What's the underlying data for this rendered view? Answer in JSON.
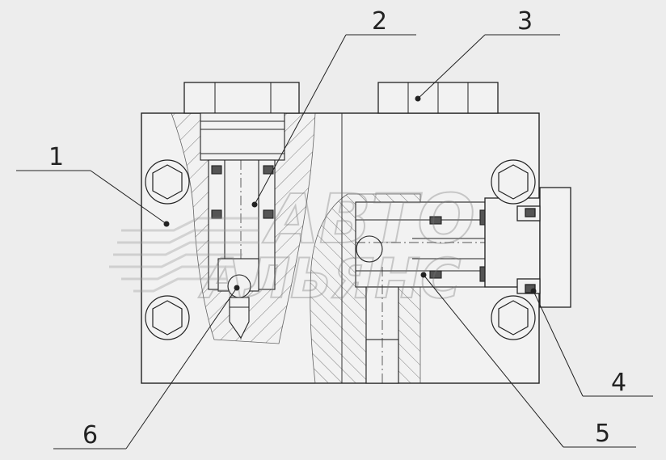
{
  "diagram": {
    "callouts": [
      {
        "id": "1",
        "label": "1"
      },
      {
        "id": "2",
        "label": "2"
      },
      {
        "id": "3",
        "label": "3"
      },
      {
        "id": "4",
        "label": "4"
      },
      {
        "id": "5",
        "label": "5"
      },
      {
        "id": "6",
        "label": "6"
      }
    ],
    "watermark": {
      "line1": "АВТО",
      "line2": "АЛЬЯНС"
    }
  }
}
